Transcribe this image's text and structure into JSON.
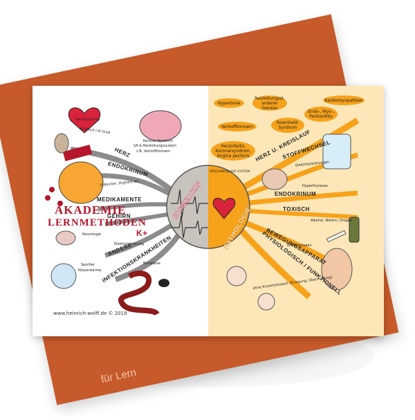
{
  "back_card": {
    "text": "für Lern"
  },
  "center": {
    "left_label": "BIOMEDIZIN",
    "right_label": "PATHOLOGIE"
  },
  "left_branches": [
    {
      "label": "HERZ"
    },
    {
      "label": "ENDOKRINUM"
    },
    {
      "label": "MEDIKAMENTE"
    },
    {
      "label": "GEHIRN"
    },
    {
      "label": "ANDERE"
    },
    {
      "label": "INFEKTIONSKRANKHEITEN"
    }
  ],
  "left_title": {
    "line1": "AKADEMIE",
    "line2": "LERNMETHODEN"
  },
  "left_notes": {
    "herzrhythmus": "Herzrhythmus",
    "av_block": "AV-Block I-III Grad",
    "sa_block": "SA & Reizleitungssystem",
    "vorhofflimmern": "z.B. Vorhofflimmern",
    "koronar_syndrom": "Koronar-Syndrom",
    "betablocker": "ß-Blocker, Digitalis etc.",
    "kr": "K+",
    "neurologie": "Neurologie",
    "elektrolyt": "Elektrolytstörung",
    "sportler": "Sportler",
    "koerperwaerme": "Körperwärme",
    "borreliose": "Borreliose"
  },
  "right_branches": [
    {
      "label": "HERZ U. KREISLAUF"
    },
    {
      "label": "STOFFWECHSEL"
    },
    {
      "label": "ENDOKRINUM"
    },
    {
      "label": "TOXISCH"
    },
    {
      "label": "BEWEGUNGSAPPARAT"
    },
    {
      "label": "PHYSIOLOGISCH / FUNKTIONELL"
    }
  ],
  "right_bubbles": [
    {
      "text": "Hypertonie"
    },
    {
      "text": "Reizleitungsst. anderer Genese"
    },
    {
      "text": "Kardiomyopathien"
    },
    {
      "text": "Vorhofflimmern"
    },
    {
      "text": "Roemheld-Syndrom"
    },
    {
      "text": "Endo-, Myo-, Perikarditis"
    },
    {
      "text": "Herzinfarkt, Koronarsyndrom, Angina pectoris"
    }
  ],
  "right_notes": {
    "herz_kreislauf_system": "HERZ-KREISLAUF-SYSTEM",
    "elektrolyt": "Elektrolytstörungen",
    "hyperthyreose": "Hyperthyreose",
    "alkohol": "Alkohol, Nikotin, Drogen",
    "ws_blockaden": "WS-Blockaden",
    "ohne_krankheitswert": "ohne Krankheitswert (Erregung, Übermüdung)"
  },
  "footer": "www.heinrich-wolff.de © 2019",
  "colors": {
    "back_card": "#c65a2a",
    "right_bg": "#fde7b8",
    "branch_orange": "#f6a21a",
    "branch_gray": "#8c8c8c",
    "title_red": "#b5162b"
  }
}
